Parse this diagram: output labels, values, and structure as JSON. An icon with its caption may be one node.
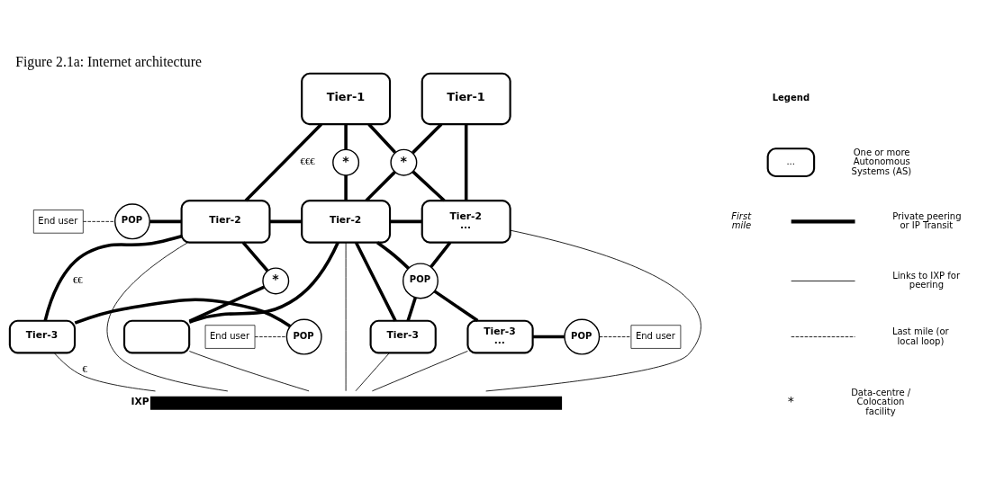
{
  "diagram": {
    "title": "Figure 2.1a: Internet architecture",
    "nodes": [
      {
        "text": [
          "Tier-1"
        ]
      },
      {
        "text": [
          "Tier-1"
        ]
      },
      {
        "text": [
          "*"
        ]
      },
      {
        "text": [
          "*"
        ]
      },
      {
        "text": [
          "End user"
        ]
      },
      {
        "text": [
          "POP"
        ]
      },
      {
        "text": [
          "Tier-2"
        ]
      },
      {
        "text": [
          "Tier-2"
        ]
      },
      {
        "text": [
          "Tier-2",
          "..."
        ]
      },
      {
        "text": [
          "*"
        ]
      },
      {
        "text": [
          "POP"
        ]
      },
      {
        "text": [
          "End user"
        ]
      },
      {
        "text": [
          "POP"
        ]
      },
      {
        "text": [
          "Tier-3"
        ]
      },
      {
        "text": [],
        "shape": "box"
      },
      {
        "text": [
          "Tier-3"
        ]
      },
      {
        "text": [
          "Tier-3",
          "..."
        ]
      },
      {
        "text": [
          "POP"
        ]
      },
      {
        "text": [
          "End user"
        ]
      },
      {
        "text": [
          "IXP"
        ]
      }
    ],
    "edges": [
      {
        "from": 0,
        "to": 6,
        "arrow": "none",
        "label": "€€€"
      },
      {
        "from": 0,
        "to": 2,
        "arrow": "none"
      },
      {
        "from": 2,
        "to": 7,
        "arrow": "none"
      },
      {
        "from": 0,
        "to": 3,
        "arrow": "none"
      },
      {
        "from": 3,
        "to": 8,
        "arrow": "none"
      },
      {
        "from": 1,
        "to": 3,
        "arrow": "none"
      },
      {
        "from": 3,
        "to": 7,
        "arrow": "none"
      },
      {
        "from": 1,
        "to": 8,
        "arrow": "none"
      },
      {
        "from": 4,
        "to": 5,
        "arrow": "none",
        "style": "dashed"
      },
      {
        "from": 5,
        "to": 6,
        "arrow": "none"
      },
      {
        "from": 6,
        "to": 7,
        "arrow": "none"
      },
      {
        "from": 7,
        "to": 8,
        "arrow": "none"
      },
      {
        "from": 6,
        "to": 13,
        "arrow": "none",
        "label": "€€"
      },
      {
        "from": 6,
        "to": 9,
        "arrow": "none"
      },
      {
        "from": 9,
        "to": 14,
        "arrow": "none"
      },
      {
        "from": 7,
        "to": 14,
        "arrow": "none"
      },
      {
        "from": 7,
        "to": 15,
        "arrow": "none"
      },
      {
        "from": 7,
        "to": 10,
        "arrow": "none"
      },
      {
        "from": 8,
        "to": 10,
        "arrow": "none"
      },
      {
        "from": 10,
        "to": 15,
        "arrow": "none"
      },
      {
        "from": 10,
        "to": 16,
        "arrow": "none"
      },
      {
        "from": 11,
        "to": 12,
        "arrow": "none",
        "style": "dashed"
      },
      {
        "from": 12,
        "to": 13,
        "arrow": "none"
      },
      {
        "from": 16,
        "to": 17,
        "arrow": "none"
      },
      {
        "from": 17,
        "to": 18,
        "arrow": "none",
        "style": "dashed"
      },
      {
        "from": 6,
        "to": 19,
        "arrow": "none"
      },
      {
        "from": 7,
        "to": 19,
        "arrow": "none"
      },
      {
        "from": 8,
        "to": 19,
        "arrow": "none"
      },
      {
        "from": 13,
        "to": 19,
        "arrow": "none",
        "label": "€"
      },
      {
        "from": 14,
        "to": 19,
        "arrow": "none"
      },
      {
        "from": 15,
        "to": 19,
        "arrow": "none"
      },
      {
        "from": 16,
        "to": 19,
        "arrow": "none"
      }
    ],
    "labels": [
      "Legend",
      "...",
      "First mile",
      "*"
    ],
    "legend": [
      {
        "text": "One or more Autonomous Systems (AS)"
      },
      {
        "text": "Private peering or IP Transit"
      },
      {
        "text": "Links to IXP for peering"
      },
      {
        "text": "Last mile (or local loop)"
      },
      {
        "text": "Data-centre / Colocation facility"
      }
    ]
  }
}
